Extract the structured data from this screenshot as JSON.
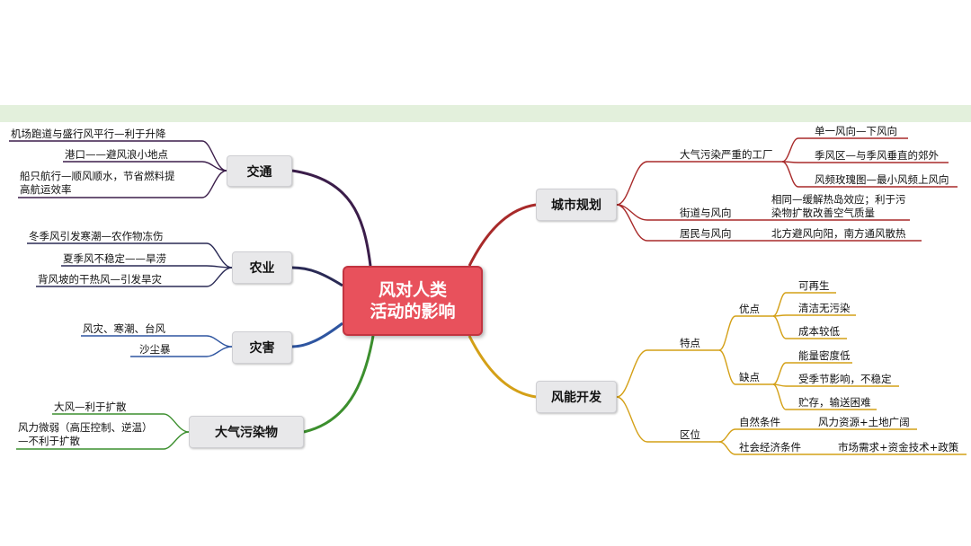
{
  "center": {
    "line1": "风对人类",
    "line2": "活动的影响"
  },
  "left": {
    "transport": {
      "label": "交通",
      "items": [
        "机场跑道与盛行风平行—利于升降",
        "港口——避风浪小地点",
        "船只航行—顺风顺水，节省燃料提高航运效率"
      ]
    },
    "agriculture": {
      "label": "农业",
      "items": [
        "冬季风引发寒潮—农作物冻伤",
        "夏季风不稳定——旱涝",
        "背风坡的干热风—引发旱灾"
      ]
    },
    "disaster": {
      "label": "灾害",
      "items": [
        "风灾、寒潮、台风",
        "沙尘暴"
      ]
    },
    "pollutant": {
      "label": "大气污染物",
      "items": [
        "大风—利于扩散",
        "风力微弱（高压控制、逆温）—不利于扩散"
      ]
    }
  },
  "right": {
    "city": {
      "label": "城市规划",
      "factory": {
        "label": "大气污染严重的工厂",
        "items": [
          "单一风向—下风向",
          "季风区—与季风垂直的郊外",
          "风频玫瑰图—最小风频上风向"
        ]
      },
      "street": {
        "label": "街道与风向",
        "note": "相同—缓解热岛效应；利于污染物扩散改善空气质量"
      },
      "residence": {
        "label": "居民与风向",
        "note": "北方避风向阳，南方通风散热"
      }
    },
    "energy": {
      "label": "风能开发",
      "features": {
        "label": "特点",
        "pros": {
          "label": "优点",
          "items": [
            "可再生",
            "清洁无污染",
            "成本较低"
          ]
        },
        "cons": {
          "label": "缺点",
          "items": [
            "能量密度低",
            "受季节影响，不稳定",
            "贮存，输送困难"
          ]
        }
      },
      "location": {
        "label": "区位",
        "natural": {
          "label": "自然条件",
          "note": "风力资源+土地广阔"
        },
        "social": {
          "label": "社会经济条件",
          "note": "市场需求+资金技术+政策"
        }
      }
    }
  },
  "colors": {
    "transport": "#3b1d4a",
    "agriculture": "#2a2a55",
    "disaster": "#2e55a0",
    "pollutant": "#3c8f2e",
    "city": "#a82a2a",
    "energy": "#d4a017",
    "center_fill": "#e8515c"
  }
}
